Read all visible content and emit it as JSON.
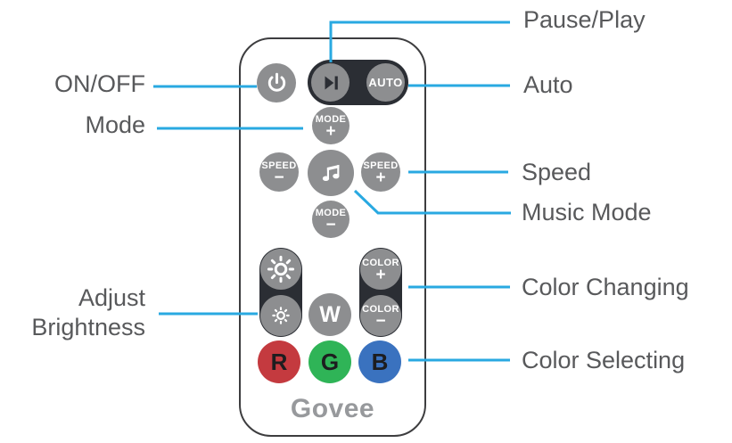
{
  "colors": {
    "callout_line": "#29A9E1",
    "label_text": "#58595B",
    "button_gray": "#8D8E90",
    "pill_dark": "#2B2E34",
    "red_button": "#C43A3F",
    "green_button": "#2FB457",
    "blue_button": "#3A72BF",
    "logo_gray": "#97999C"
  },
  "callouts": {
    "on_off": "ON/OFF",
    "mode": "Mode",
    "adjust_brightness": "Adjust Brightness",
    "pause_play": "Pause/Play",
    "auto": "Auto",
    "speed": "Speed",
    "music_mode": "Music Mode",
    "color_changing": "Color Changing",
    "color_selecting": "Color Selecting"
  },
  "remote": {
    "auto_label": "AUTO",
    "mode_plus": {
      "label": "MODE",
      "sign": "+"
    },
    "mode_minus": {
      "label": "MODE",
      "sign": "−"
    },
    "speed_minus": {
      "label": "SPEED",
      "sign": "−"
    },
    "speed_plus": {
      "label": "SPEED",
      "sign": "+"
    },
    "color_plus": {
      "label": "COLOR",
      "sign": "+"
    },
    "color_minus": {
      "label": "COLOR",
      "sign": "−"
    },
    "white_button": "W",
    "red_button": "R",
    "green_button": "G",
    "blue_button": "B",
    "logo": "Govee",
    "icons": {
      "power": "power-icon",
      "pause_play": "play-pause-icon",
      "music": "music-note-icon",
      "brightness_up": "sun-bright-icon",
      "brightness_down": "sun-dim-icon"
    }
  }
}
